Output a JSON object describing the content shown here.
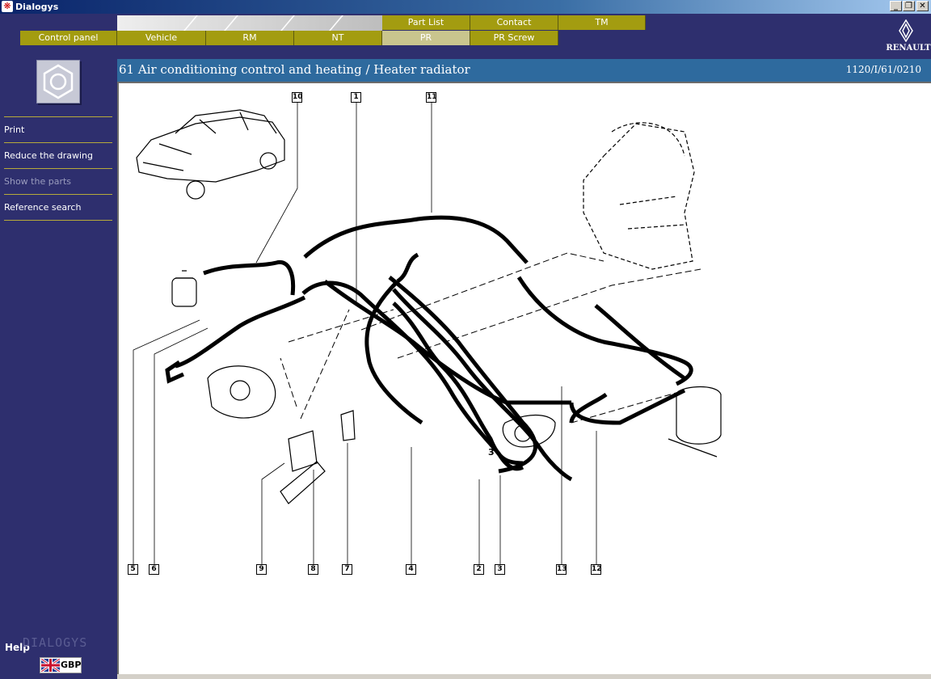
{
  "window": {
    "title": "Dialogys",
    "icon": "dialogys-app-icon"
  },
  "window_controls": {
    "minimize": "_",
    "restore": "❐",
    "close": "✕"
  },
  "tabs_row1": [
    {
      "label": "Part List",
      "active": false
    },
    {
      "label": "Contact",
      "active": false
    },
    {
      "label": "TM",
      "active": false
    }
  ],
  "tabs_row2": [
    {
      "label": "Control panel",
      "active": false
    },
    {
      "label": "Vehicle",
      "active": false
    },
    {
      "label": "RM",
      "active": false
    },
    {
      "label": "NT",
      "active": false
    },
    {
      "label": "PR",
      "active": true
    },
    {
      "label": "PR Screw",
      "active": false
    }
  ],
  "brand": {
    "name": "RENAULT",
    "icon": "renault-diamond-icon"
  },
  "section_icon": "hex-bolt-icon",
  "menu": [
    {
      "label": "Print",
      "enabled": true
    },
    {
      "label": "Reduce the drawing",
      "enabled": true
    },
    {
      "label": "Show the parts",
      "enabled": false
    },
    {
      "label": "Reference search",
      "enabled": true
    }
  ],
  "footer": {
    "help": "Help",
    "brandmark": "DIALOGYS",
    "currency": "GBP",
    "flag_icon": "uk-flag-icon"
  },
  "header": {
    "title": "61 Air conditioning control and heating / Heater radiator",
    "reference": "1120/I/61/0210"
  },
  "drawing": {
    "inline_label": "3",
    "callouts": [
      "10",
      "1",
      "11",
      "5",
      "6",
      "9",
      "8",
      "7",
      "4",
      "2",
      "3",
      "13",
      "12"
    ]
  },
  "colors": {
    "background": "#2e2f6e",
    "tab": "#a39c10",
    "tab_active": "#c9c58e",
    "header": "#2e6a9e",
    "separator": "#b6aa3a"
  }
}
